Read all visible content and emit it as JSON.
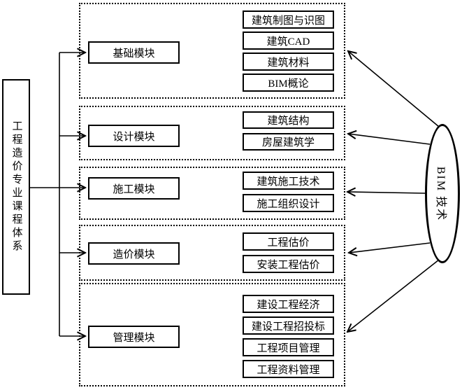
{
  "root": {
    "title": "工程造价专业课程体系"
  },
  "groups": [
    {
      "module": "基础模块",
      "courses": [
        "建筑制图与识图",
        "建筑CAD",
        "建筑材料",
        "BIM概论"
      ]
    },
    {
      "module": "设计模块",
      "courses": [
        "建筑结构",
        "房屋建筑学"
      ]
    },
    {
      "module": "施工模块",
      "courses": [
        "建筑施工技术",
        "施工组织设计"
      ]
    },
    {
      "module": "造价模块",
      "courses": [
        "工程估价",
        "安装工程估价"
      ]
    },
    {
      "module": "管理模块",
      "courses": [
        "建设工程经济",
        "建设工程招投标",
        "工程项目管理",
        "工程资料管理"
      ]
    }
  ],
  "bim": {
    "label": "BIM 技术"
  },
  "colors": {
    "line": "#000000",
    "background": "#ffffff"
  }
}
